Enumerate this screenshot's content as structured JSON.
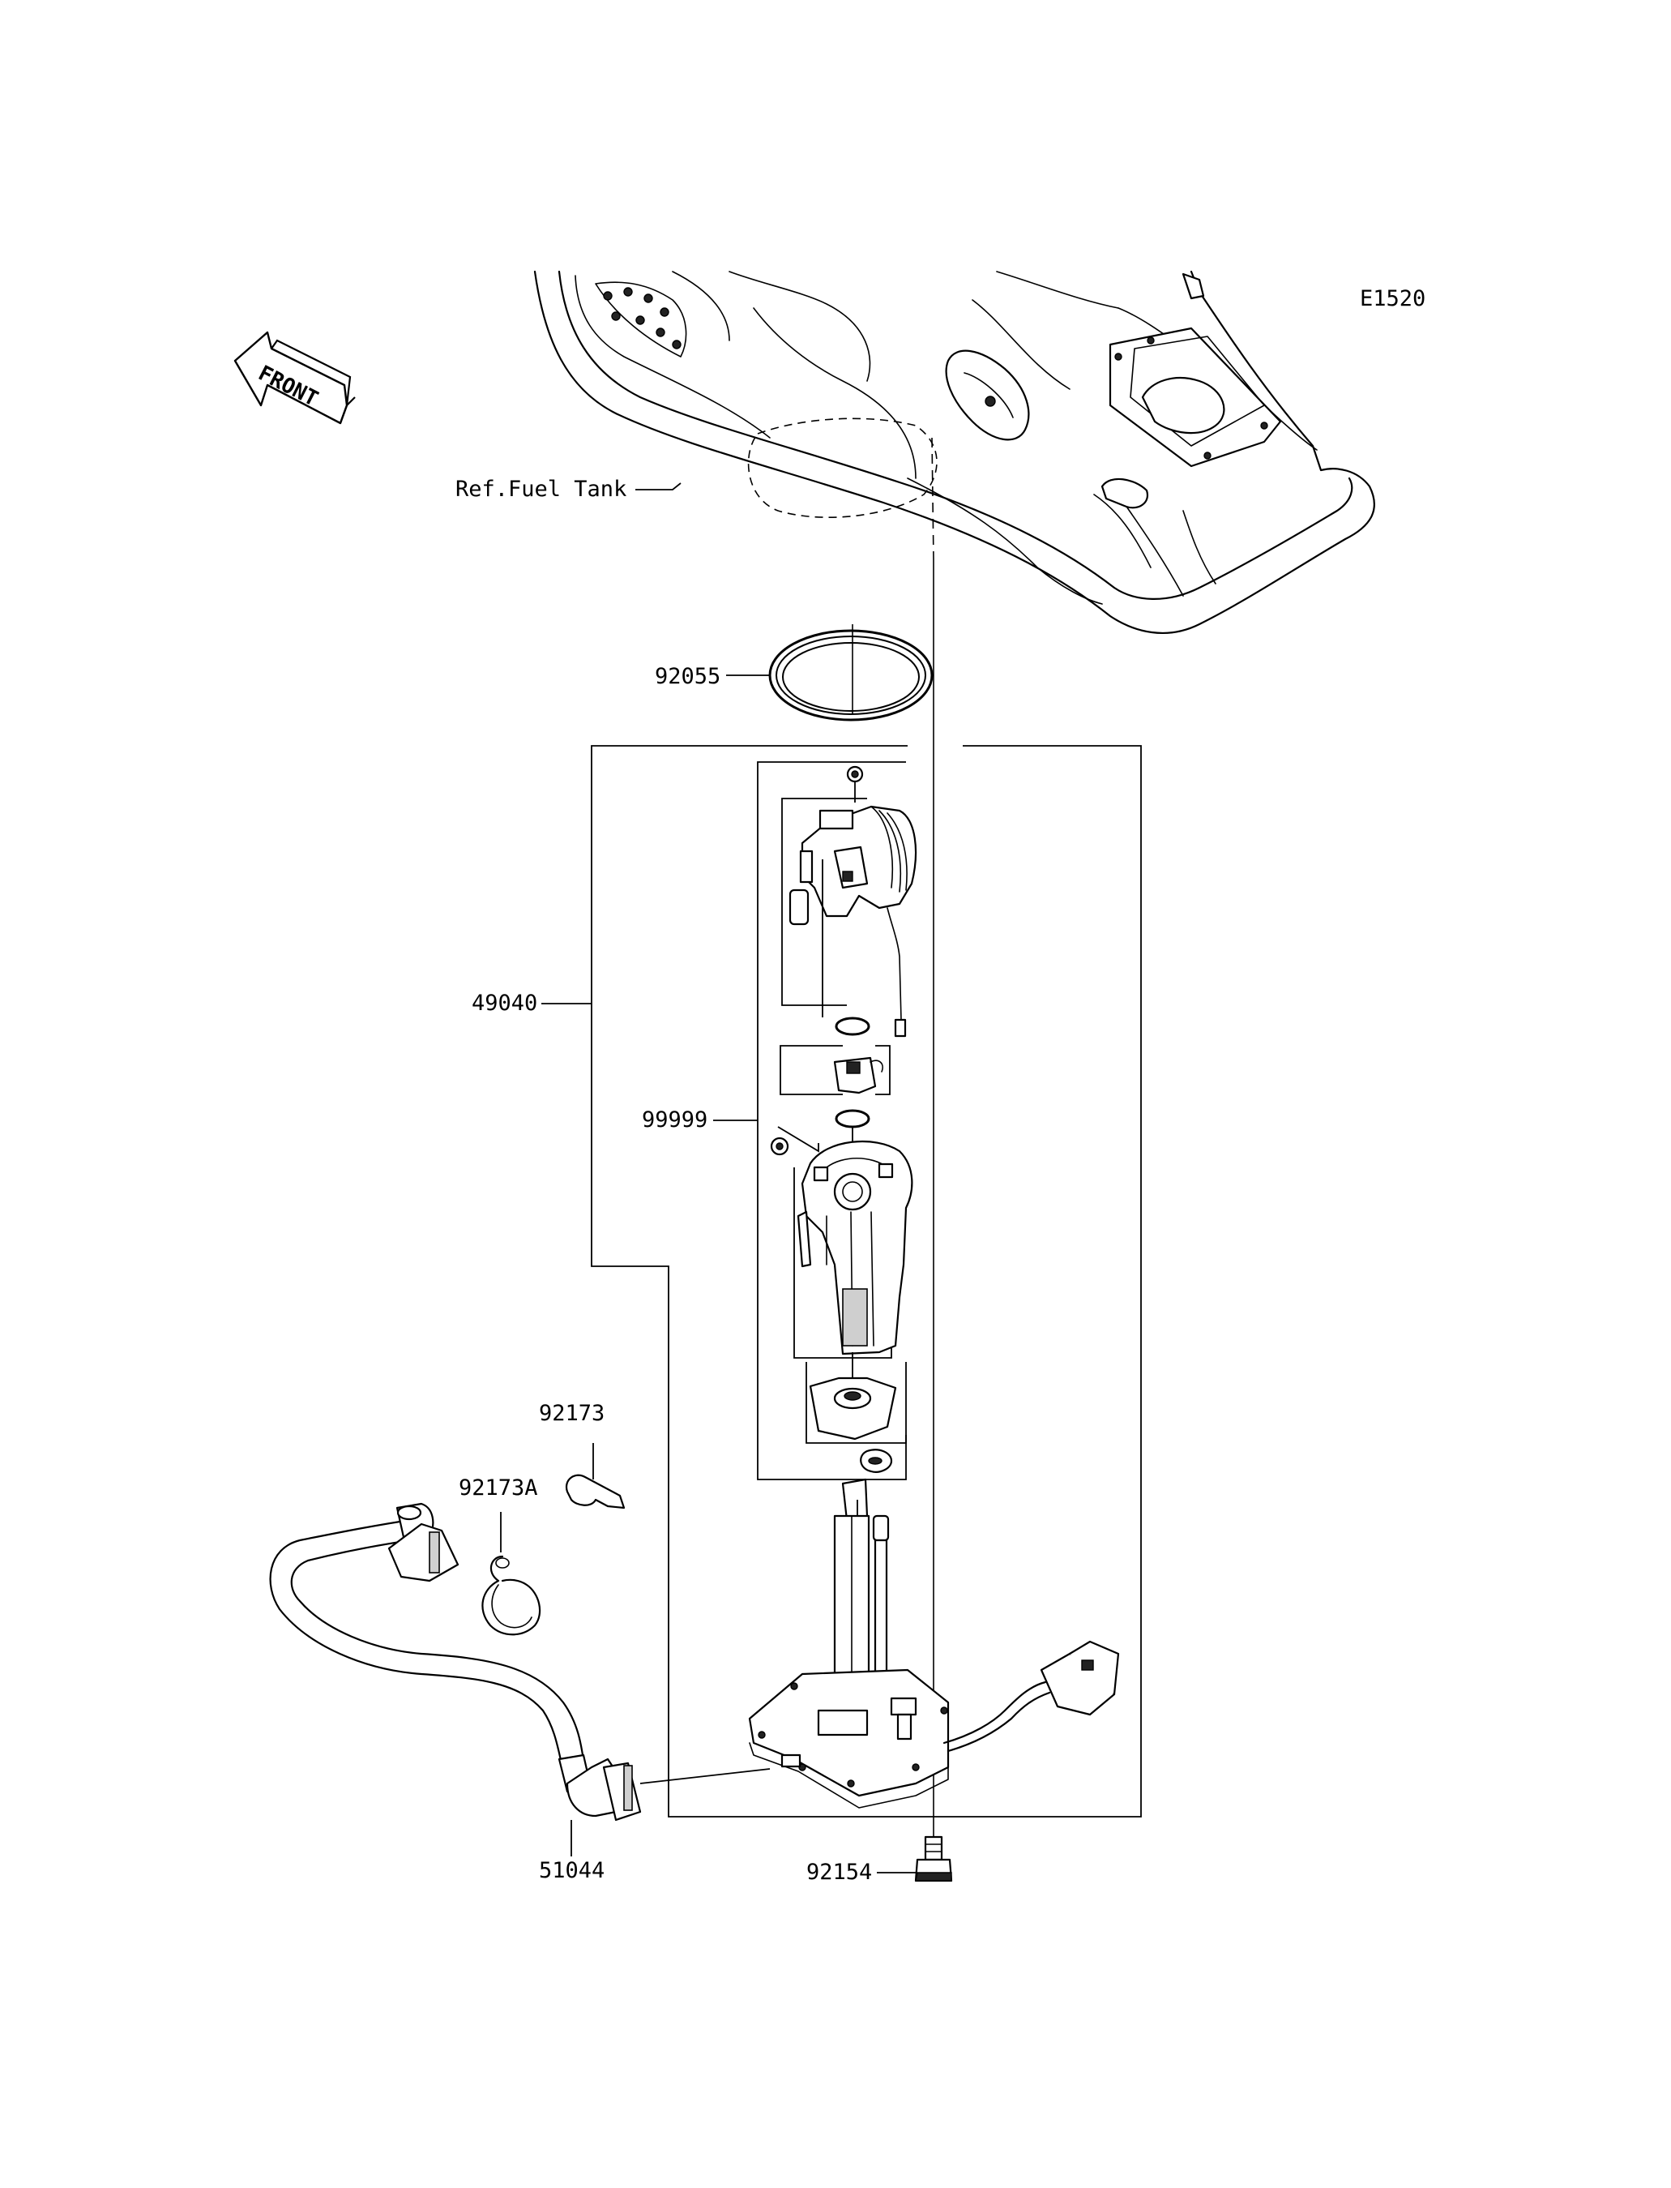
{
  "diagram": {
    "code": "E1520",
    "front_label": "FRONT",
    "ref_label": "Ref.Fuel Tank",
    "parts": {
      "gasket": "92055",
      "pump_assembly": "49040",
      "sub_assembly": "99999",
      "clamp": "92173",
      "clamp_a": "92173A",
      "hose": "51044",
      "bolt": "92154"
    }
  }
}
